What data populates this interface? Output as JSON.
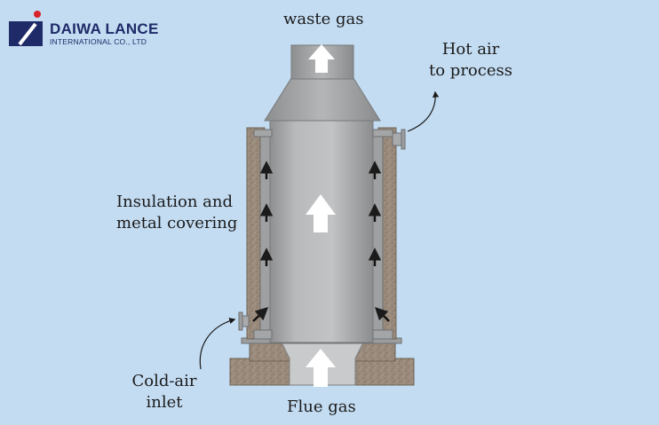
{
  "logo": {
    "name": "DAIWA LANCE",
    "subtitle": "INTERNATIONAL CO., LTD",
    "colors": {
      "navy": "#1f2a68",
      "red": "#d8232a"
    }
  },
  "labels": {
    "waste_gas": "waste gas",
    "hot_air_line1": "Hot air",
    "hot_air_line2": "to process",
    "insulation_line1": "Insulation and",
    "insulation_line2": "metal covering",
    "cold_air_line1": "Cold-air",
    "cold_air_line2": "inlet",
    "flue_gas": "Flue gas"
  },
  "colors": {
    "background": "#c3dcf2",
    "steel": "#a9aaab",
    "insulation": "#9a8b7c"
  }
}
